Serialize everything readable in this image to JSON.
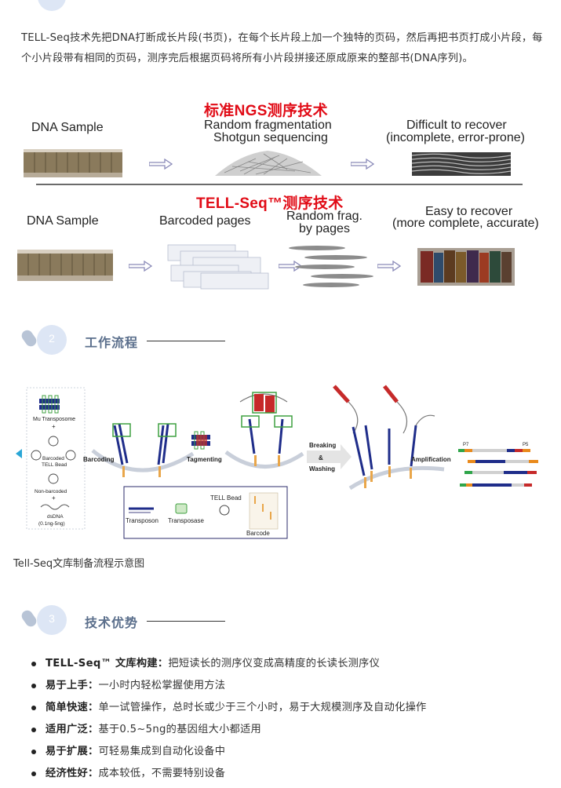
{
  "intro": {
    "text": "TELL-Seq技术先把DNA打断成长片段(书页)，在每个长片段上加一个独特的页码，然后再把书页打成小片段，每个小片段带有相同的页码，测序完后根据页码将所有小片段拼接还原成原来的整部书(DNA序列)。"
  },
  "comparison": {
    "ngs_title": "标准NGS测序技术",
    "ngs_sample_label": "DNA Sample",
    "ngs_frag_line1": "Random fragmentation",
    "ngs_frag_line2": "Shotgun sequencing",
    "ngs_recover_line1": "Difficult to recover",
    "ngs_recover_line2": "(incomplete, error-prone)",
    "tell_title": "TELL-Seq™测序技术",
    "tell_sample_label": "DNA Sample",
    "tell_barcode_label": "Barcoded pages",
    "tell_frag_line1": "Random frag.",
    "tell_frag_line2": "by pages",
    "tell_recover_line1": "Easy to recover",
    "tell_recover_line2": "(more complete, accurate)",
    "colors": {
      "title_red": "#e10b16",
      "arrow": "#8a8ab8"
    }
  },
  "section2": {
    "number": "2",
    "title": "工作流程"
  },
  "workflow": {
    "mu_transposome": "Mu Transposome",
    "barcoded_bead": "Barcoded TELL Bead",
    "barcoded_bead_l1": "Barcoded",
    "barcoded_bead_l2": "TELL Bead",
    "non_barcoded": "Non-barcoded",
    "dsdna": "dsDNA",
    "dsdna_amount": "(0.1ng-5ng)",
    "plus": "+",
    "step_barcoding": "Barcoding",
    "step_tagmenting": "Tagmenting",
    "step_breaking_l1": "Breaking",
    "step_breaking_l2": "&",
    "step_breaking_l3": "Washing",
    "step_amplification": "Amplification",
    "p7": "P7",
    "p5": "P5",
    "legend_transposon": "Transposon",
    "legend_transposase": "Transposase",
    "legend_bead": "TELL Bead",
    "legend_barcode": "Barcode"
  },
  "caption": "Tell-Seq文库制备流程示意图",
  "section3": {
    "number": "3",
    "title": "技术优势"
  },
  "advantages": [
    {
      "key": "TELL-Seq™ 文库构建：",
      "value": "把短读长的测序仪变成高精度的长读长测序仪"
    },
    {
      "key": "易于上手：",
      "value": "一小时内轻松掌握使用方法"
    },
    {
      "key": "简单快速：",
      "value": "单一试管操作，总时长或少于三个小时，易于大规模测序及自动化操作"
    },
    {
      "key": "适用广泛：",
      "value": "基于0.5~5ng的基因组大小都适用"
    },
    {
      "key": "易于扩展：",
      "value": "可轻易集成到自动化设备中"
    },
    {
      "key": "经济性好：",
      "value": "成本较低，不需要特别设备"
    }
  ]
}
